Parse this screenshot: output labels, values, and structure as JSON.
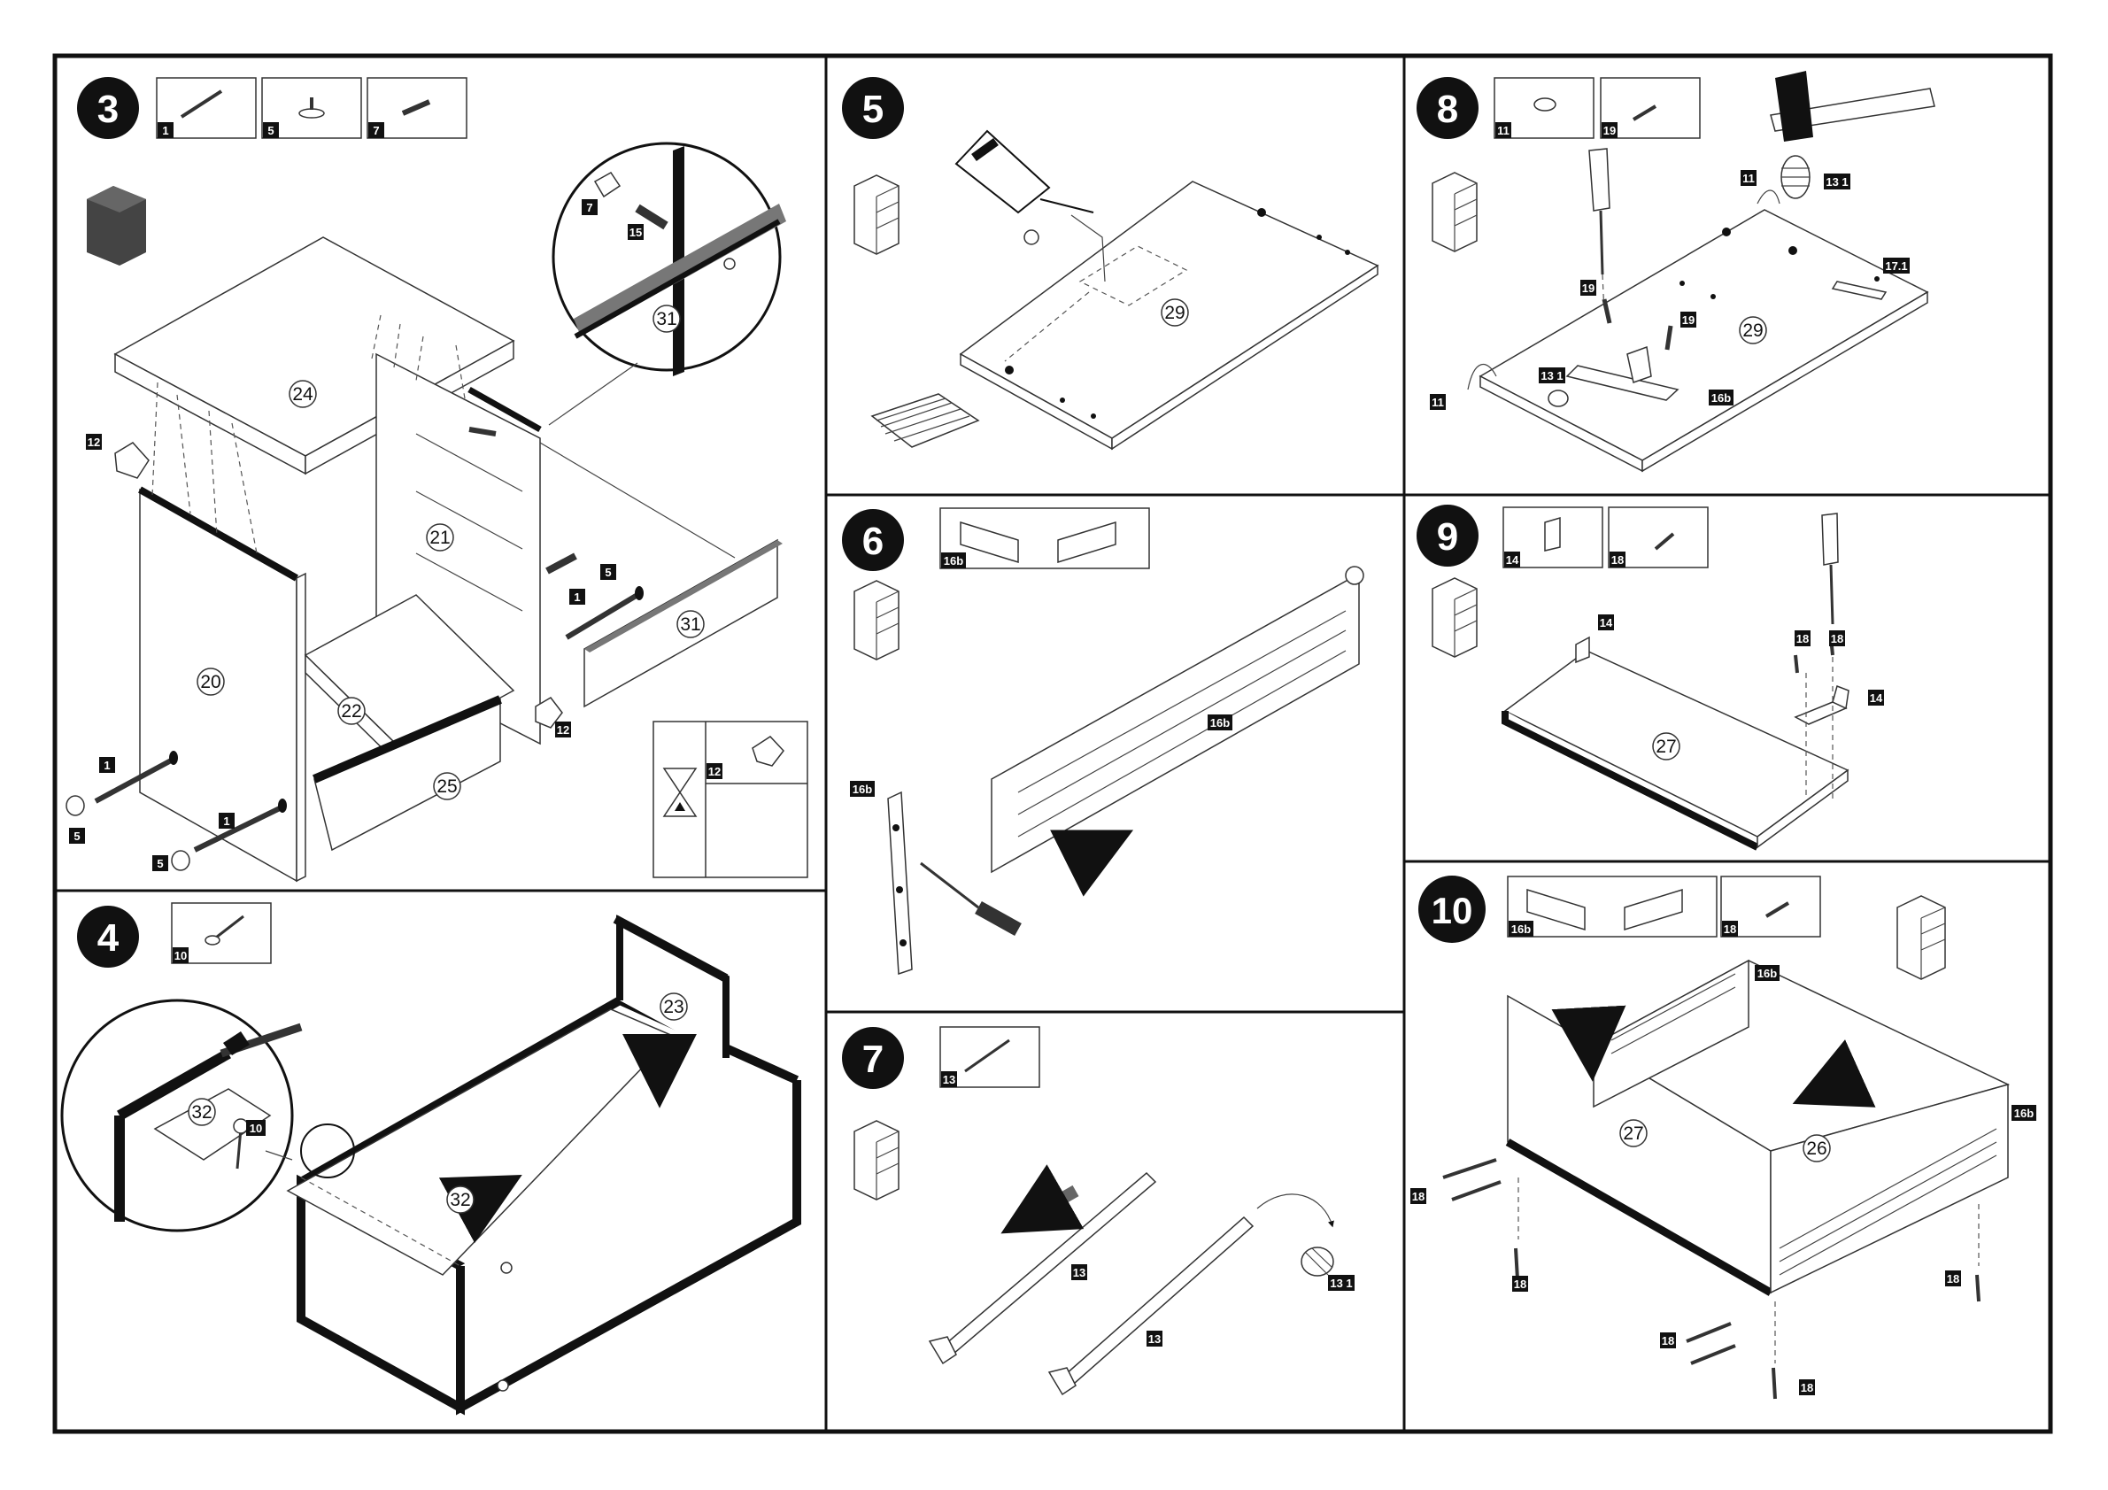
{
  "steps": [
    {
      "number": "3",
      "hardware": [
        "1",
        "5",
        "7"
      ],
      "bubbles": [
        "24",
        "21",
        "20",
        "22",
        "25",
        "31",
        "31"
      ],
      "tags": [
        "12",
        "12",
        "15",
        "7",
        "5",
        "1",
        "1",
        "1",
        "5",
        "5",
        "12"
      ]
    },
    {
      "number": "4",
      "hardware": [
        "10"
      ],
      "bubbles": [
        "23",
        "32",
        "32"
      ],
      "tags": [
        "10"
      ]
    },
    {
      "number": "5",
      "hardware": [],
      "bubbles": [
        "29"
      ],
      "tags": []
    },
    {
      "number": "6",
      "hardware": [
        "16b"
      ],
      "bubbles": [],
      "tags": [
        "16b",
        "16b"
      ]
    },
    {
      "number": "7",
      "hardware": [
        "13"
      ],
      "bubbles": [],
      "tags": [
        "13",
        "13",
        "13 1"
      ]
    },
    {
      "number": "8",
      "hardware": [
        "11",
        "19"
      ],
      "bubbles": [
        "29"
      ],
      "tags": [
        "11",
        "13 1",
        "17.1",
        "19",
        "19",
        "13 1",
        "16b",
        "11"
      ]
    },
    {
      "number": "9",
      "hardware": [
        "14",
        "18"
      ],
      "bubbles": [
        "27"
      ],
      "tags": [
        "14",
        "18",
        "18",
        "14"
      ]
    },
    {
      "number": "10",
      "hardware": [
        "16b",
        "18"
      ],
      "bubbles": [
        "27",
        "26"
      ],
      "tags": [
        "16b",
        "16b",
        "18",
        "18",
        "18",
        "18",
        "18"
      ]
    }
  ]
}
